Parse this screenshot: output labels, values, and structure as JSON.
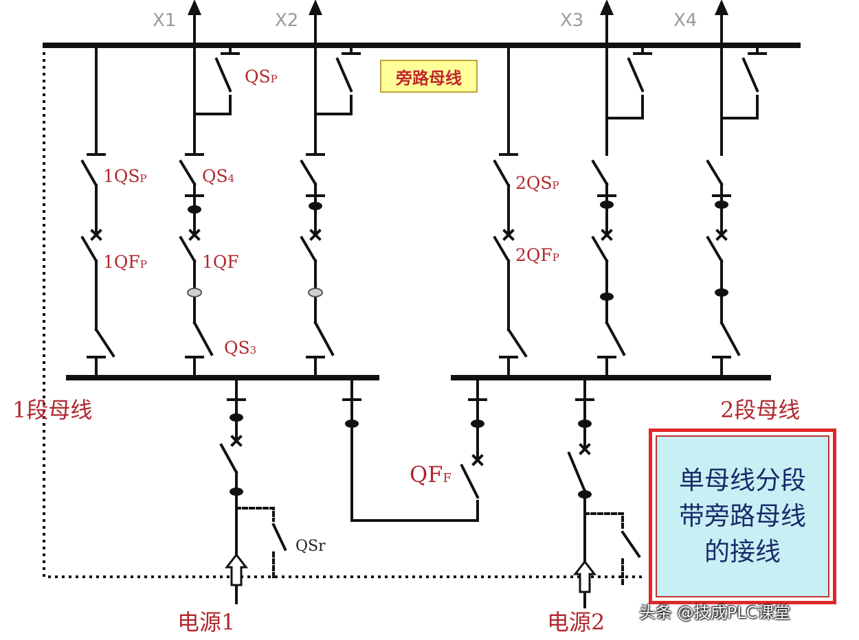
{
  "feeders": [
    "X1",
    "X2",
    "X3",
    "X4"
  ],
  "bypass_bus_label": "旁路母线",
  "section_bus_1_label": "1段母线",
  "section_bus_2_label": "2段母线",
  "source_1_label": "电源1",
  "source_2_label": "电源2",
  "component_labels": {
    "qsp": "QS",
    "qsp_sub": "P",
    "qs1p": "1QS",
    "qs1p_sub": "P",
    "qs4": "QS",
    "qs4_sub": "4",
    "qf1p": "1QF",
    "qf1p_sub": "P",
    "qf1": "1QF",
    "qs3": "QS",
    "qs3_sub": "3",
    "qs2p": "2QS",
    "qs2p_sub": "P",
    "qf2p": "2QF",
    "qf2p_sub": "P",
    "qff": "QF",
    "qff_sub": "F",
    "qsr": "QSr"
  },
  "title_lines": [
    "单母线分段",
    "带旁路母线",
    "的接线"
  ],
  "watermark": "头条 @技成PLC课堂",
  "colors": {
    "line": "#111111",
    "label_red": "#b0272d",
    "title_border": "#e02828",
    "title_fill": "#c8f0f4",
    "bypass_tag_fill": "#ffff99"
  }
}
